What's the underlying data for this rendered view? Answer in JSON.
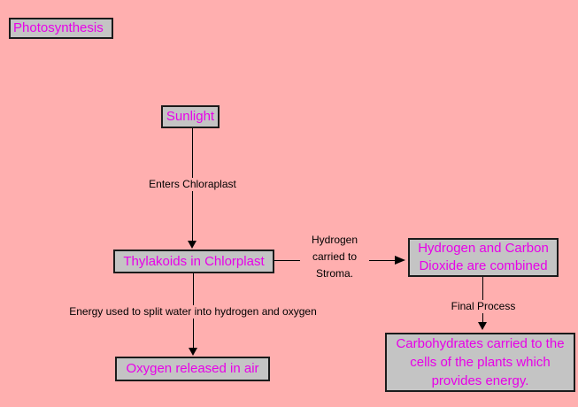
{
  "colors": {
    "bg": "#FFAFAF",
    "box_fill": "#C4C4C4",
    "box_border": "#1b1b1b",
    "box_text": "#E800E8",
    "label_text": "#000000",
    "line": "#000000"
  },
  "title": {
    "label": "Photosynthesis"
  },
  "nodes": {
    "sunlight": {
      "label": "Sunlight"
    },
    "thylakoids": {
      "label": "Thylakoids in Chlorplast"
    },
    "hydrogen_carbon": {
      "label": "Hydrogen and Carbon Dioxide are combined"
    },
    "oxygen": {
      "label": "Oxygen released in air"
    },
    "carbohydrates": {
      "label": "Carbohydrates carried to the cells of the plants which provides energy."
    }
  },
  "edges": {
    "enters_chloraplast": {
      "label": "Enters Chloraplast"
    },
    "hydrogen_stroma": {
      "label": "Hydrogen carried to Stroma."
    },
    "energy_split": {
      "label": "Energy used to split water into hydrogen and oxygen"
    },
    "final_process": {
      "label": "Final Process"
    }
  }
}
